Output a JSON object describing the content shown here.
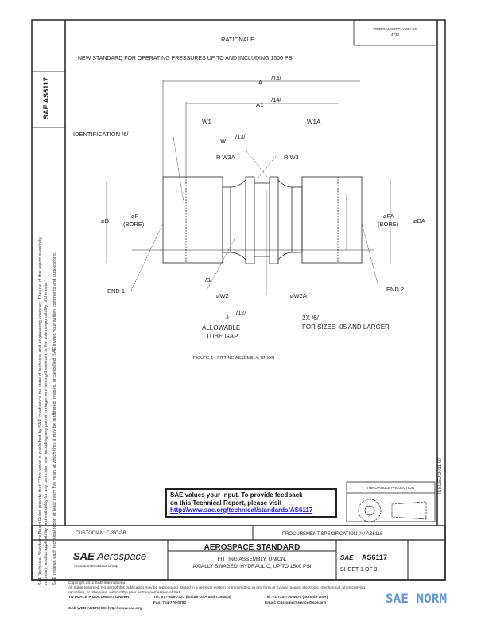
{
  "header": {
    "title": "RATIONALE",
    "rationale_text": "NEW STANDARD FOR OPERATING PRESSURES UP TO AND INCLUDING 1500 PSI",
    "fsc_label": "FEDERAL SUPPLY CLASS",
    "fsc_value": "4730"
  },
  "side": {
    "doc_id": "AS6117",
    "logo": "SAE",
    "legal_1": "SAE Technical Standards Board Rules provide that: \"This report is published by SAE to advance the state of technical and engineering sciences. The use of this report is entirely",
    "legal_2": "voluntary, and its applicability and suitability for any particular use, including any patent infringement arising therefrom, is the sole responsibility of the user.\"",
    "legal_3": "SAE reviews each technical report at least every five years at which time it may be reaffirmed, revised, or cancelled. SAE invites your written comments and suggestions.",
    "issued": "ISSUED 2011-07"
  },
  "figure": {
    "caption": "FIGURE 1 - FITTING ASSEMBLY, UNION",
    "labels": {
      "a": "A",
      "a_note": "/14/",
      "a1": "A1",
      "a1_note": "/14/",
      "w1": "W1",
      "w1a": "W1A",
      "w": "W",
      "w_note": "/13/",
      "identification": "IDENTIFICATION /6/",
      "rw3a": "R W3A",
      "rw3": "R W3",
      "d": "⌀D",
      "f": "⌀F",
      "f_bore": "(BORE)",
      "fa": "⌀FA",
      "fa_bore": "(BORE)",
      "da": "⌀DA",
      "note3": "/3/",
      "end1": "END 1",
      "end2": "END 2",
      "w2": "⌀W2",
      "w2a": "⌀W2A",
      "j": "J",
      "j_note": "/12/",
      "gap1": "ALLOWABLE",
      "gap2": "TUBE GAP",
      "note6": "2X /6/",
      "sizes": "FOR SIZES -05 AND LARGER"
    }
  },
  "feedback": {
    "line1": "SAE values your input. To provide feedback",
    "line2": "on this Technical Report, please visit",
    "link": "http://www.sae.org/technical/standards/AS6117"
  },
  "projection": {
    "label": "THIRD ANGLE PROJECTION"
  },
  "title_block": {
    "custodian": "CUSTODIAN: C-3/C-3B",
    "procurement": "PROCUREMENT SPECIFICATION: /4/ AS6116",
    "logo_sae": "SAE",
    "logo_aero": "Aerospace",
    "logo_sub": "An SAE International Group",
    "standard": "AEROSPACE STANDARD",
    "title1": "FITTING ASSEMBLY, UNION,",
    "title2": "AXIALLY SWAGED, HYDRAULIC, UP TO 1500 PSI",
    "doc_logo": "SAE",
    "doc_id": "AS6117",
    "sheet": "SHEET 1 OF 3"
  },
  "footer": {
    "copyright": "Copyright 2011 SAE International",
    "rights": "All rights reserved. No part of this publication may be reproduced, stored in a retrieval system or transmitted, in any form or by any means, electronic, mechanical, photocopying,",
    "rights2": "recording, or otherwise, without the prior written permission of SAE.",
    "order": "TO PLACE A DOCUMENT ORDER:",
    "tel1": "Tel: 877-606-7323 (inside USA and Canada)",
    "fax": "Fax: 724-776-0790",
    "tel2": "Tel: +1 724-776-4970 (outside USA)",
    "email": "Email: CustomerService@sae.org",
    "web": "SAE WEB ADDRESS: http://www.sae.org"
  },
  "watermark": {
    "text": "SAE NORM",
    "color": "#3b7fd0"
  }
}
